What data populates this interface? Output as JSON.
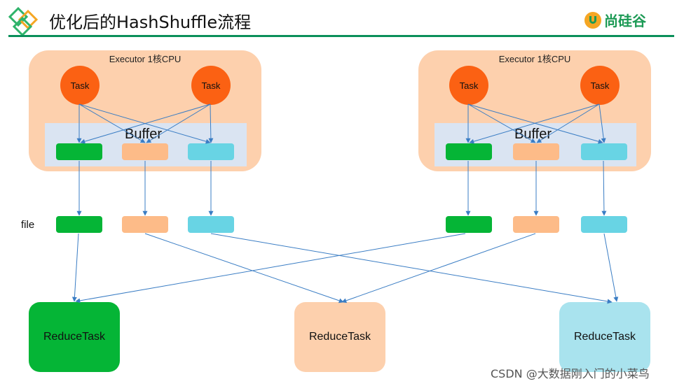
{
  "header": {
    "title": "优化后的HashShuffle流程",
    "brand": "尚硅谷",
    "rule_color": "#0a8f5a"
  },
  "executors": [
    {
      "label": "Executor 1核CPU",
      "buffer_label": "Buffer",
      "tasks": [
        "Task",
        "Task"
      ]
    },
    {
      "label": "Executor 1核CPU",
      "buffer_label": "Buffer",
      "tasks": [
        "Task",
        "Task"
      ]
    }
  ],
  "file_label": "file",
  "reduce_tasks": [
    {
      "label": "ReduceTask",
      "color": "#05b536"
    },
    {
      "label": "ReduceTask",
      "color": "#fdd0ad"
    },
    {
      "label": "ReduceTask",
      "color": "#a9e3ee"
    }
  ],
  "colors": {
    "task": "#fb6113",
    "green": "#05b536",
    "peach": "#fdbb88",
    "cyan": "#68d4e4",
    "arrow": "#3a7dc4",
    "executor": "#fdd0ad",
    "buffer": "#dae4f2"
  },
  "watermark": "CSDN @大数据刚入门的小菜鸟"
}
